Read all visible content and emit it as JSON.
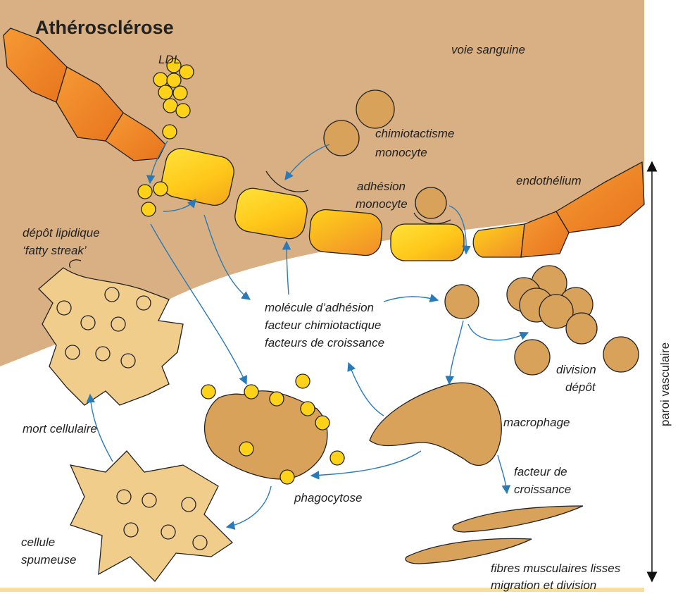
{
  "title": "Athérosclérose",
  "labels": {
    "ldl": "LDL",
    "voie_sanguine": "voie sanguine",
    "chimiotactisme_1": "chimiotactisme",
    "chimiotactisme_2": "monocyte",
    "adhesion_1": "adhésion",
    "adhesion_2": "monocyte",
    "endothelium": "endothélium",
    "depot_1": "dépôt lipidique",
    "depot_2": "‘fatty streak’",
    "molecule_1": "molécule d’adhésion",
    "molecule_2": "facteur chimiotactique",
    "molecule_3": "facteurs de croissance",
    "division_1": "division",
    "division_2": "dépôt",
    "mort": "mort cellulaire",
    "macrophage": "macrophage",
    "facteur_1": "facteur de",
    "facteur_2": "croissance",
    "phagocytose": "phagocytose",
    "spumeuse_1": "cellule",
    "spumeuse_2": "spumeuse",
    "fibres_1": "fibres musculaires lisses",
    "fibres_2": "migration et division",
    "paroi": "paroi vasculaire"
  },
  "colors": {
    "blood": "#d9b083",
    "endothelium_orange": "#f08c2a",
    "endothelium_yellow": "#ffd21a",
    "ldl": "#ffd21a",
    "monocyte": "#d9a25b",
    "foam_cell": "#f1cd8c",
    "arrow": "#2a7ab8",
    "baseline": "#f6df9e"
  }
}
